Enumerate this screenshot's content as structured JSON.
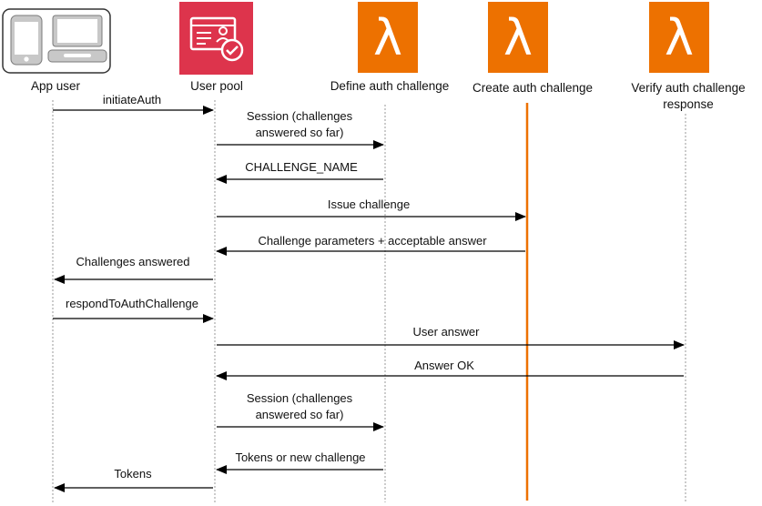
{
  "participants": {
    "app_user": "App user",
    "user_pool": "User pool",
    "define": "Define auth challenge",
    "create": "Create auth challenge",
    "verify_line1": "Verify auth challenge",
    "verify_line2": "response"
  },
  "messages": {
    "m1": "initiateAuth",
    "m2_line1": "Session (challenges",
    "m2_line2": "answered so far)",
    "m3": "CHALLENGE_NAME",
    "m4": "Issue challenge",
    "m5": "Challenge parameters + acceptable answer",
    "m6": "Challenges answered",
    "m7": "respondToAuthChallenge",
    "m8": "User answer",
    "m9": "Answer OK",
    "m10_line1": "Session (challenges",
    "m10_line2": "answered so far)",
    "m11": "Tokens or new challenge",
    "m12": "Tokens"
  },
  "icons": {
    "app_user": "mobile-and-desktop-client-icon",
    "user_pool": "cognito-user-pool-icon",
    "define": "lambda-icon",
    "create": "lambda-icon",
    "verify": "lambda-icon"
  },
  "colors": {
    "user_pool_bg": "#DD344C",
    "lambda_bg": "#ED7100",
    "active_lifeline": "#ED7100"
  }
}
